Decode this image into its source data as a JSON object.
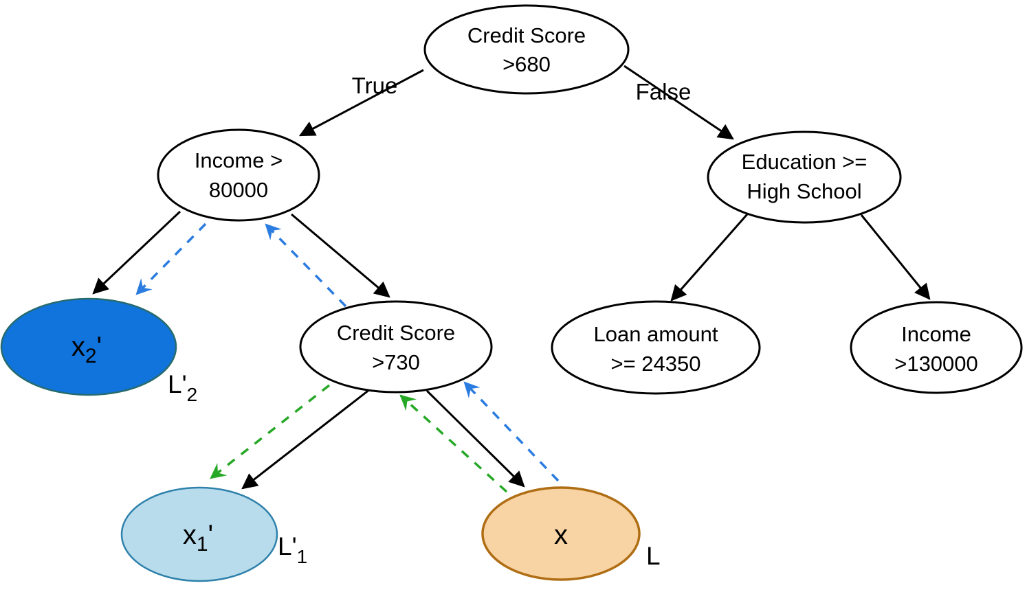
{
  "diagram": {
    "kind": "decision-tree",
    "nodes": {
      "root": {
        "line1": "Credit Score",
        "line2": ">680"
      },
      "income_80000": {
        "line1": "Income >",
        "line2": "80000"
      },
      "education": {
        "line1": "Education >=",
        "line2": "High School"
      },
      "credit_730": {
        "line1": "Credit Score",
        "line2": ">730"
      },
      "loan_amount": {
        "line1": "Loan amount",
        "line2": ">= 24350"
      },
      "income_130000": {
        "line1": "Income",
        "line2": ">130000"
      },
      "x2_prime": {
        "base": "x",
        "sub": "2",
        "suffix": "'"
      },
      "x1_prime": {
        "base": "x",
        "sub": "1",
        "suffix": "'"
      },
      "x_leaf": {
        "label": "x"
      }
    },
    "edge_labels": {
      "true_branch": "True",
      "false_branch": "False"
    },
    "leaf_tags": {
      "x2_prime": {
        "base": "L'",
        "sub": "2"
      },
      "x1_prime": {
        "base": "L'",
        "sub": "1"
      },
      "x_leaf": {
        "base": "L",
        "sub": ""
      }
    },
    "colors": {
      "background": "#ffffff",
      "node_fill": "#ffffff",
      "node_stroke": "#000000",
      "text": "#000000",
      "solid_edge": "#000000",
      "blue_path": "#2b7ce0",
      "green_path": "#26a826",
      "x2_prime_fill": "#1173dc",
      "x2_prime_stroke": "#266b6e",
      "x1_prime_fill": "#b8dcec",
      "x1_prime_stroke": "#2e81ab",
      "x_leaf_fill": "#f8d4a4",
      "x_leaf_stroke": "#b06e14"
    }
  }
}
